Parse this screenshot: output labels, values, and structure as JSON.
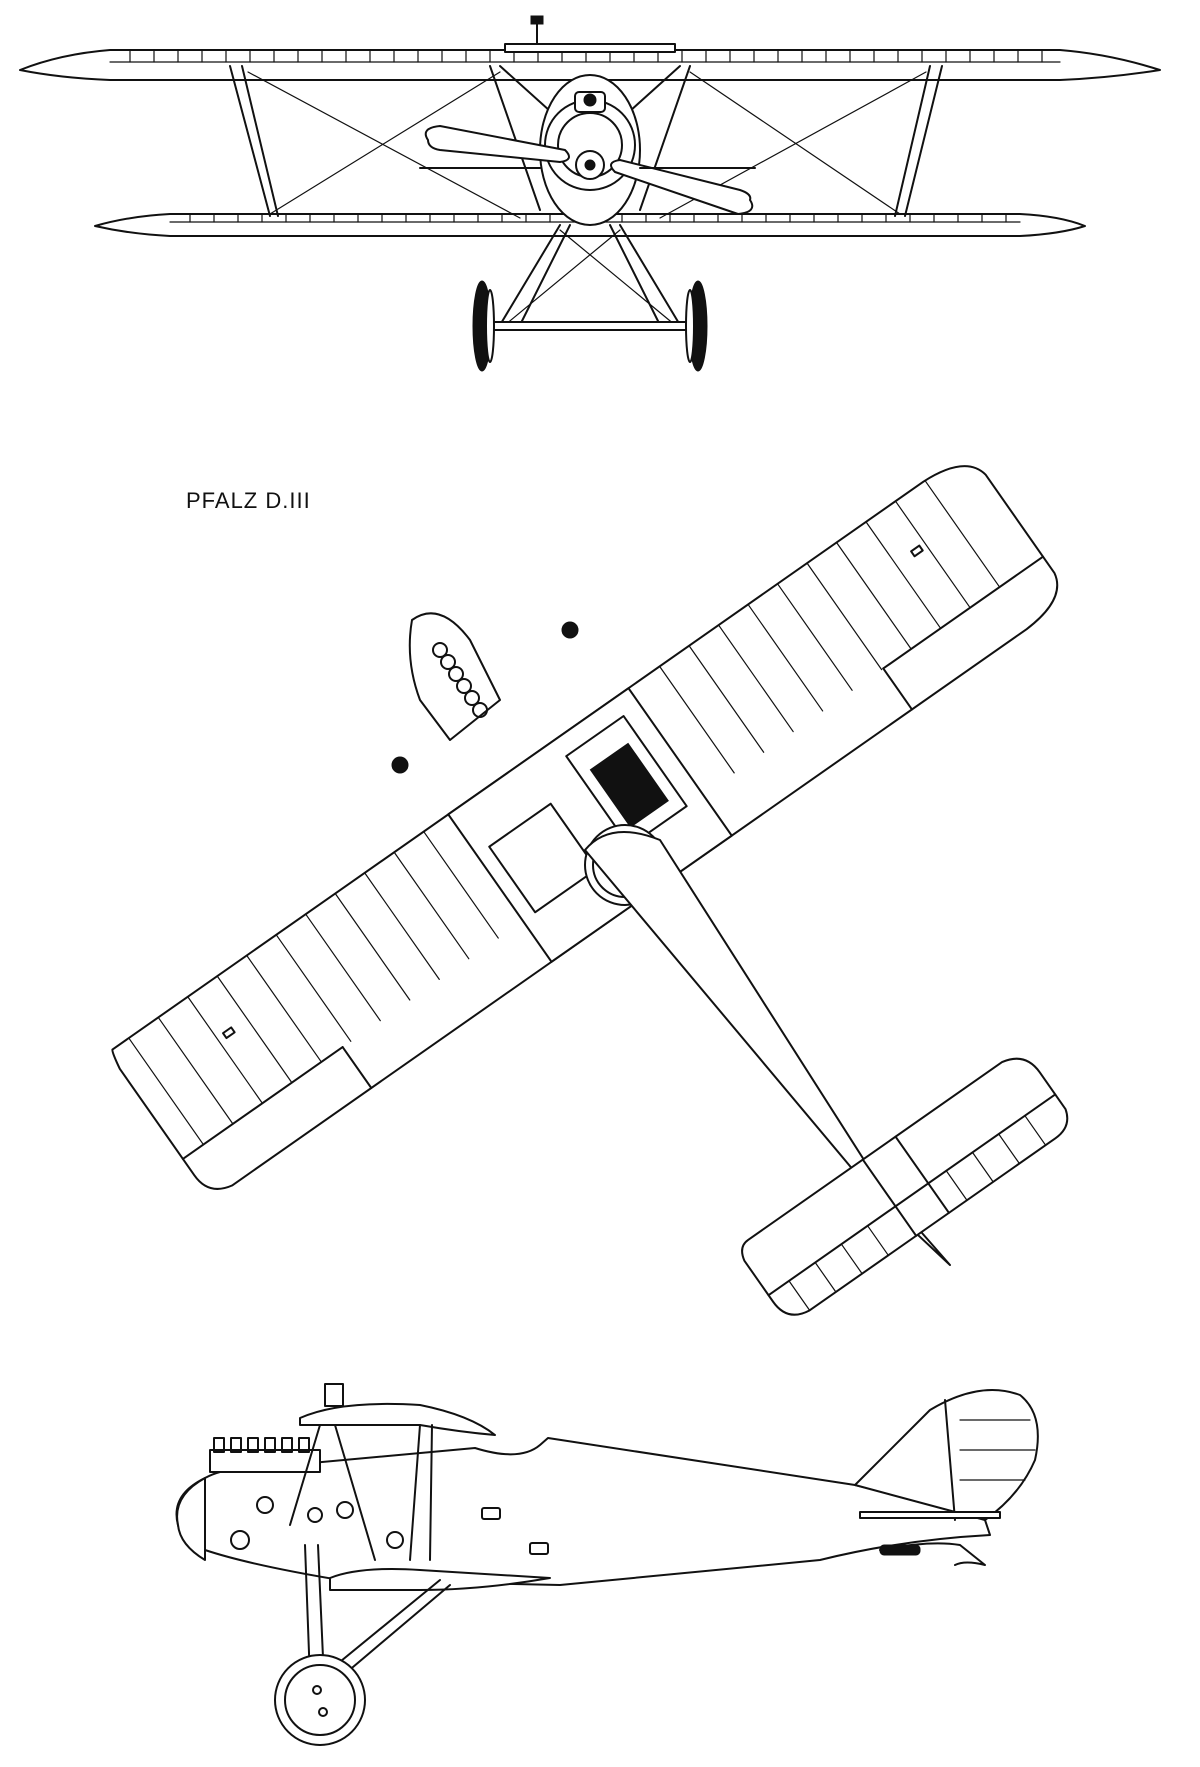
{
  "drawing": {
    "title": "PFALZ D.III",
    "views": [
      "front-view",
      "top-view",
      "side-view"
    ]
  }
}
